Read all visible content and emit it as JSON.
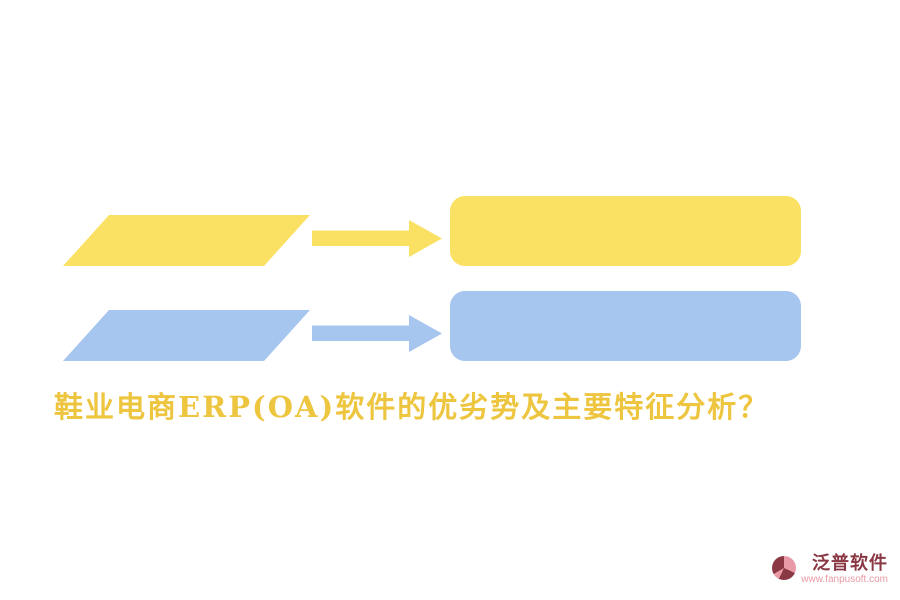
{
  "title": "鞋业电商ERP(OA)软件的优劣势及主要特征分析？",
  "diagram": {
    "rows": [
      {
        "id": "yellow-row",
        "shapes": [
          "parallelogram",
          "arrow-right",
          "rounded-rectangle"
        ],
        "shape_color": "#FAE163"
      },
      {
        "id": "blue-row",
        "shapes": [
          "parallelogram",
          "arrow-right",
          "rounded-rectangle"
        ],
        "shape_color": "#A6C5EF"
      }
    ]
  },
  "logo": {
    "brand_name": "泛普软件",
    "website": "www.fanpusoft.com",
    "icon": "pie-logo-icon",
    "brand_color": "#8A3844",
    "link_color": "#E89AA6"
  },
  "colors": {
    "background": "#FFFFFF",
    "yellow": "#FAE163",
    "blue": "#A6C5EF",
    "title": "#EDC53F"
  }
}
